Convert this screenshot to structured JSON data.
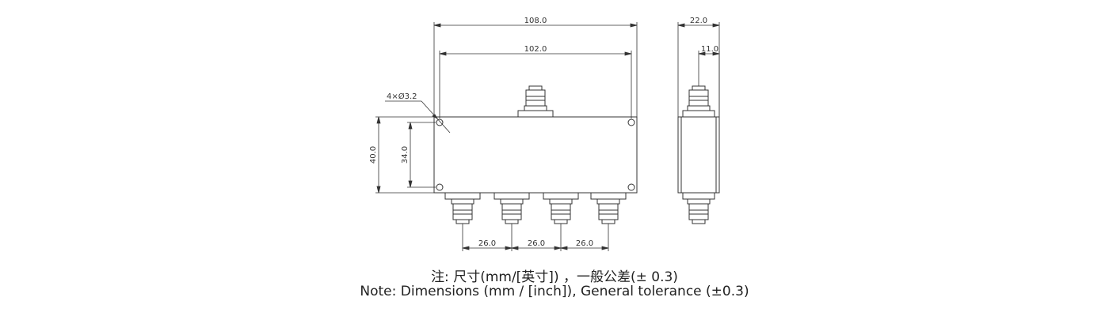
{
  "drawing": {
    "overall_length": "108.0",
    "hole_spacing_x": "102.0",
    "depth": "22.0",
    "depth_half": "11.0",
    "height": "40.0",
    "hole_spacing_y": "34.0",
    "mounting_holes": "4×Ø3.2",
    "port_pitch": [
      "26.0",
      "26.0",
      "26.0"
    ]
  },
  "notes": {
    "zh": "注: 尺寸(mm/[英寸]) ，一般公差(± 0.3)",
    "en": "Note: Dimensions (mm / [inch]), General tolerance (±0.3)"
  },
  "colors": {
    "line": "#333333",
    "background": "#ffffff"
  }
}
